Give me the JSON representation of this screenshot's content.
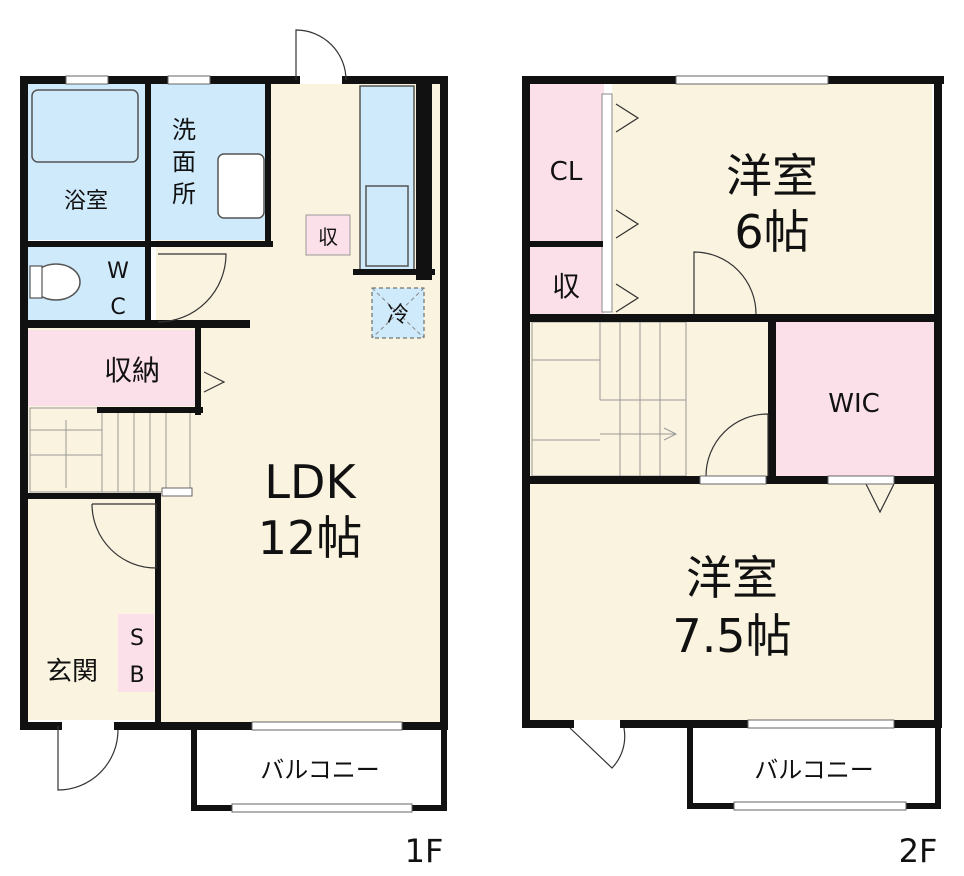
{
  "colors": {
    "wall": "#111111",
    "floor": "#faf3df",
    "wet_area": "#cfeafb",
    "storage": "#fbe0ea",
    "stairs": "#faf3df",
    "background": "#ffffff"
  },
  "floor1": {
    "label": "1F",
    "rooms": {
      "bath": "浴室",
      "washroom_1": "洗",
      "washroom_2": "面",
      "washroom_3": "所",
      "wc_1": "W",
      "wc_2": "C",
      "storage_closet": "収納",
      "entrance": "玄関",
      "shoe_box_1": "S",
      "shoe_box_2": "B",
      "ldk_1": "LDK",
      "ldk_2": "12帖",
      "kitchen_storage": "収",
      "fridge": "冷",
      "balcony": "バルコニー"
    }
  },
  "floor2": {
    "label": "2F",
    "rooms": {
      "western_room_a_1": "洋室",
      "western_room_a_2": "6帖",
      "closet": "CL",
      "storage": "収",
      "walk_in_closet": "WIC",
      "western_room_b_1": "洋室",
      "western_room_b_2": "7.5帖",
      "balcony": "バルコニー"
    }
  }
}
